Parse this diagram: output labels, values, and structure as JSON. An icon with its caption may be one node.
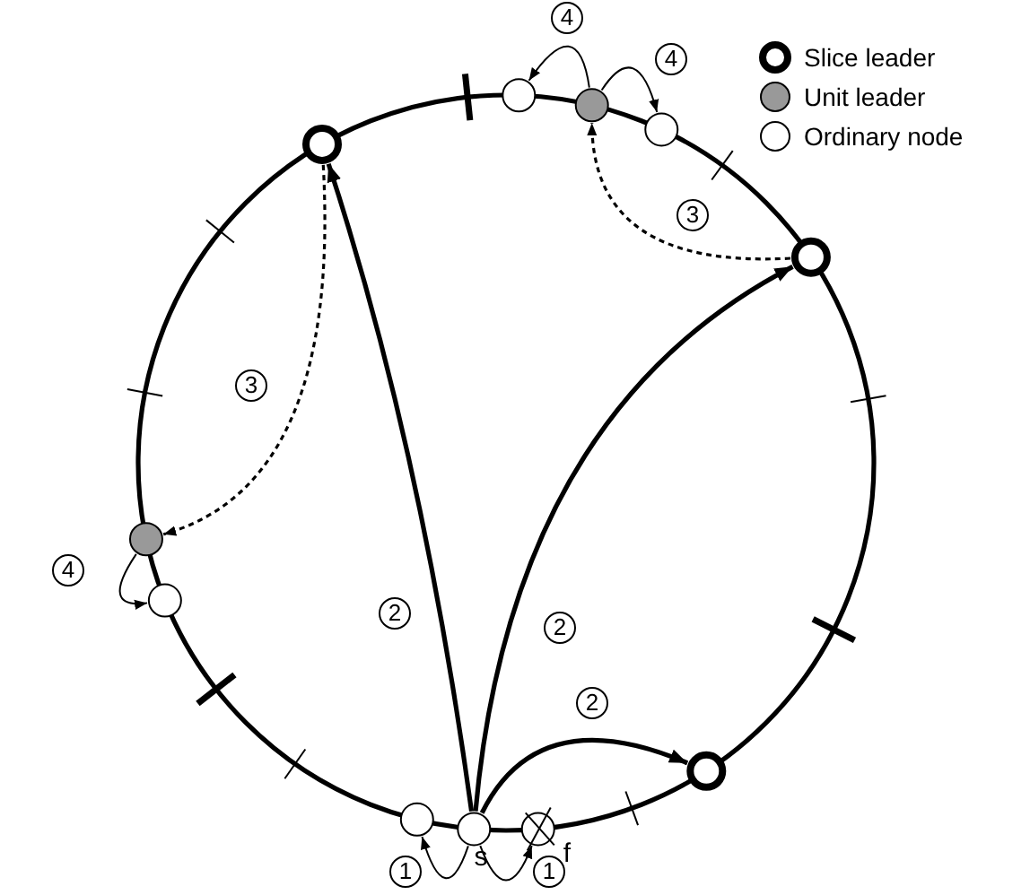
{
  "diagram": {
    "nodes": [
      {
        "text": [],
        "shape": "circle"
      },
      {
        "text": [],
        "shape": "circle"
      },
      {
        "text": [],
        "shape": "circle"
      },
      {
        "text": [],
        "shape": "circle"
      },
      {
        "text": [],
        "shape": "circle"
      },
      {
        "text": [],
        "shape": "circle"
      },
      {
        "text": [],
        "shape": "circle"
      },
      {
        "text": [],
        "shape": "circle"
      },
      {
        "text": [],
        "shape": "circle"
      },
      {
        "text": [],
        "shape": "circle",
        "beside": [
          "s"
        ]
      },
      {
        "text": [],
        "shape": "circle",
        "beside": [
          "f"
        ]
      }
    ],
    "edges": [
      {
        "from": 9,
        "to": 8,
        "arrow": "to",
        "label": "1"
      },
      {
        "from": 9,
        "to": 10,
        "arrow": "to",
        "label": "1"
      },
      {
        "from": 9,
        "to": 3,
        "arrow": "to",
        "label": "2",
        "style": "thick"
      },
      {
        "from": 9,
        "to": 4,
        "arrow": "to",
        "label": "2",
        "style": "thick"
      },
      {
        "from": 9,
        "to": 7,
        "arrow": "to",
        "label": "2",
        "style": "thick"
      },
      {
        "from": 3,
        "to": 5,
        "arrow": "to",
        "label": "3",
        "style": "dashed"
      },
      {
        "from": 4,
        "to": 1,
        "arrow": "to",
        "label": "3",
        "style": "dashed"
      },
      {
        "from": 1,
        "to": 0,
        "arrow": "to",
        "label": "4"
      },
      {
        "from": 1,
        "to": 2,
        "arrow": "to",
        "label": "4"
      },
      {
        "from": 5,
        "to": 6,
        "arrow": "to",
        "label": "4"
      }
    ],
    "legend": [
      {
        "text": "Slice leader"
      },
      {
        "text": "Unit leader"
      },
      {
        "text": "Ordinary node"
      }
    ]
  }
}
